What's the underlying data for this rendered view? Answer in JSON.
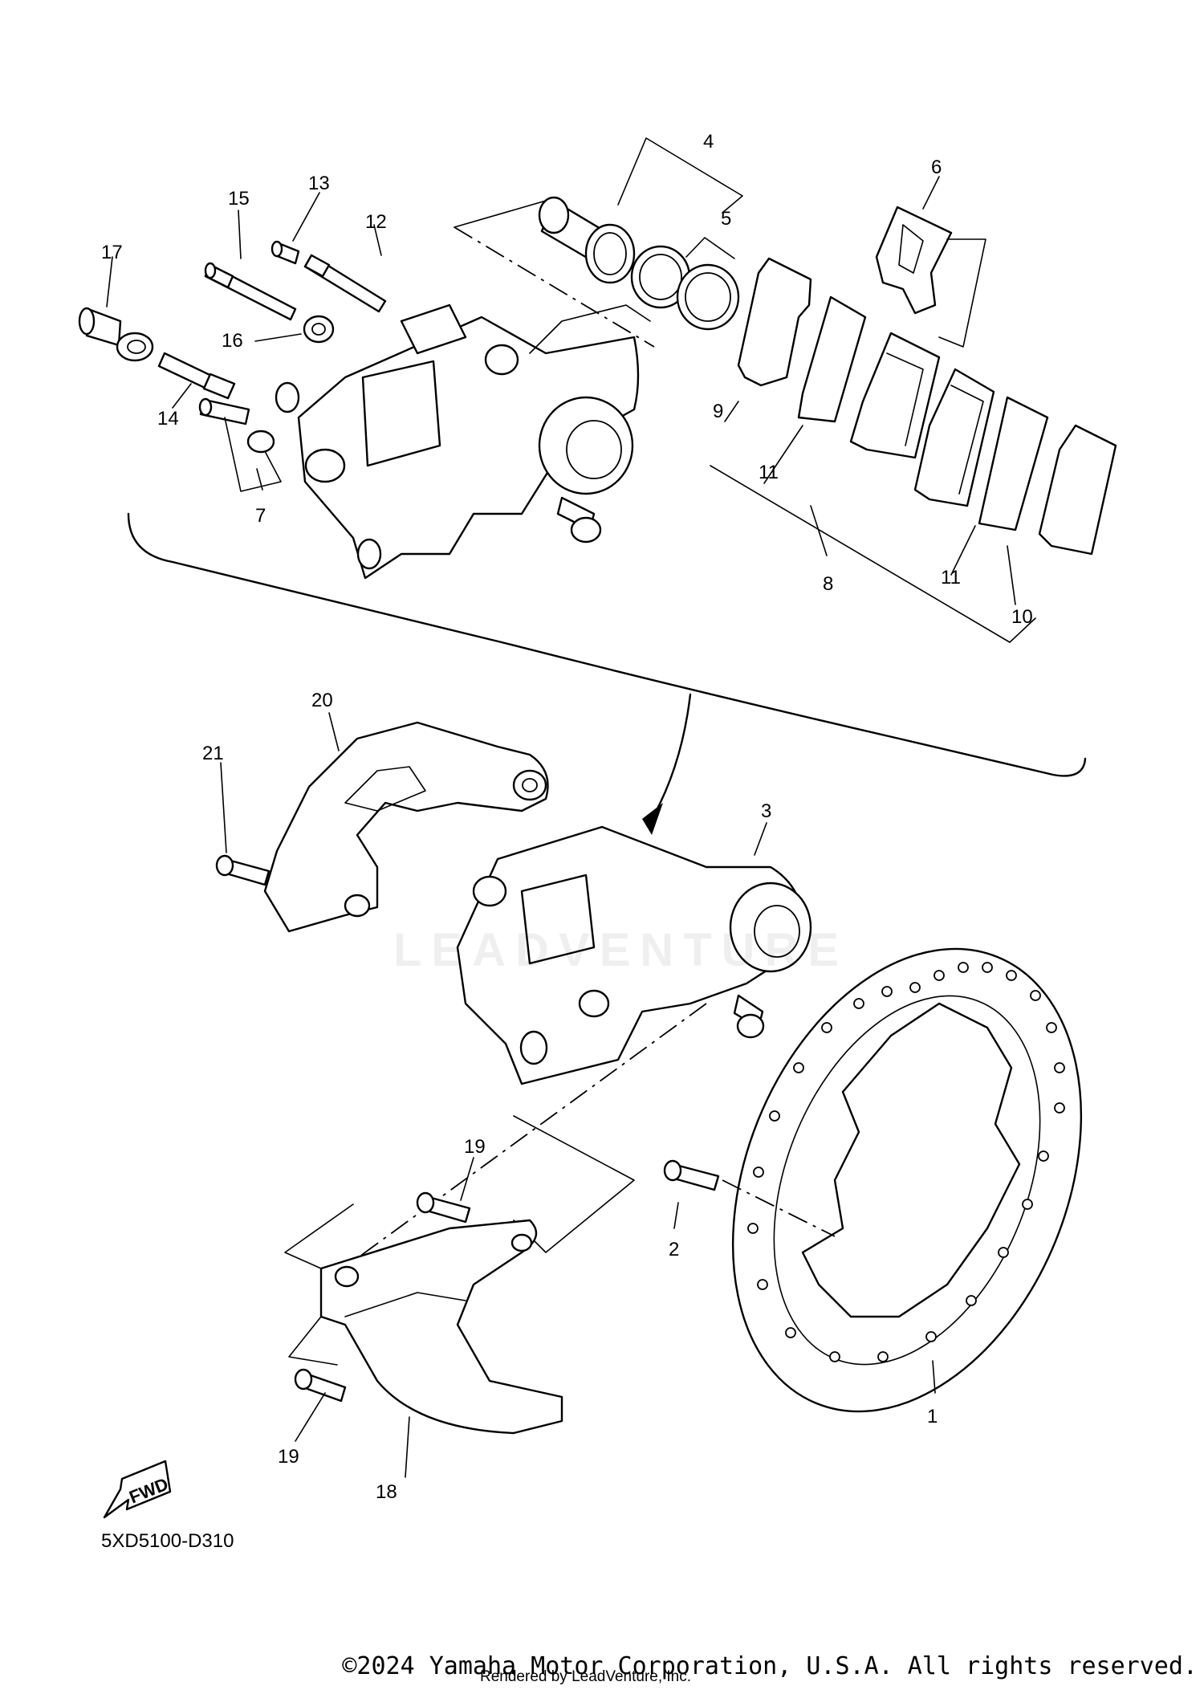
{
  "diagram": {
    "code": "5XD5100-D310",
    "fwd_label": "FWD",
    "callouts": [
      {
        "id": "c1",
        "label": "1"
      },
      {
        "id": "c2",
        "label": "2"
      },
      {
        "id": "c3",
        "label": "3"
      },
      {
        "id": "c4",
        "label": "4"
      },
      {
        "id": "c5",
        "label": "5"
      },
      {
        "id": "c6",
        "label": "6"
      },
      {
        "id": "c7",
        "label": "7"
      },
      {
        "id": "c8",
        "label": "8"
      },
      {
        "id": "c9",
        "label": "9"
      },
      {
        "id": "c10",
        "label": "10"
      },
      {
        "id": "c11a",
        "label": "11"
      },
      {
        "id": "c11b",
        "label": "11"
      },
      {
        "id": "c12",
        "label": "12"
      },
      {
        "id": "c13",
        "label": "13"
      },
      {
        "id": "c14",
        "label": "14"
      },
      {
        "id": "c15",
        "label": "15"
      },
      {
        "id": "c16",
        "label": "16"
      },
      {
        "id": "c17",
        "label": "17"
      },
      {
        "id": "c18",
        "label": "18"
      },
      {
        "id": "c19a",
        "label": "19"
      },
      {
        "id": "c19b",
        "label": "19"
      },
      {
        "id": "c20",
        "label": "20"
      },
      {
        "id": "c21",
        "label": "21"
      }
    ]
  },
  "footer": {
    "copyright": "©2024 Yamaha Motor Corporation, U.S.A. All rights reserved.",
    "rendered_by": "Rendered by LeadVenture, Inc."
  },
  "watermark": {
    "text": "LEADVENTURE"
  }
}
